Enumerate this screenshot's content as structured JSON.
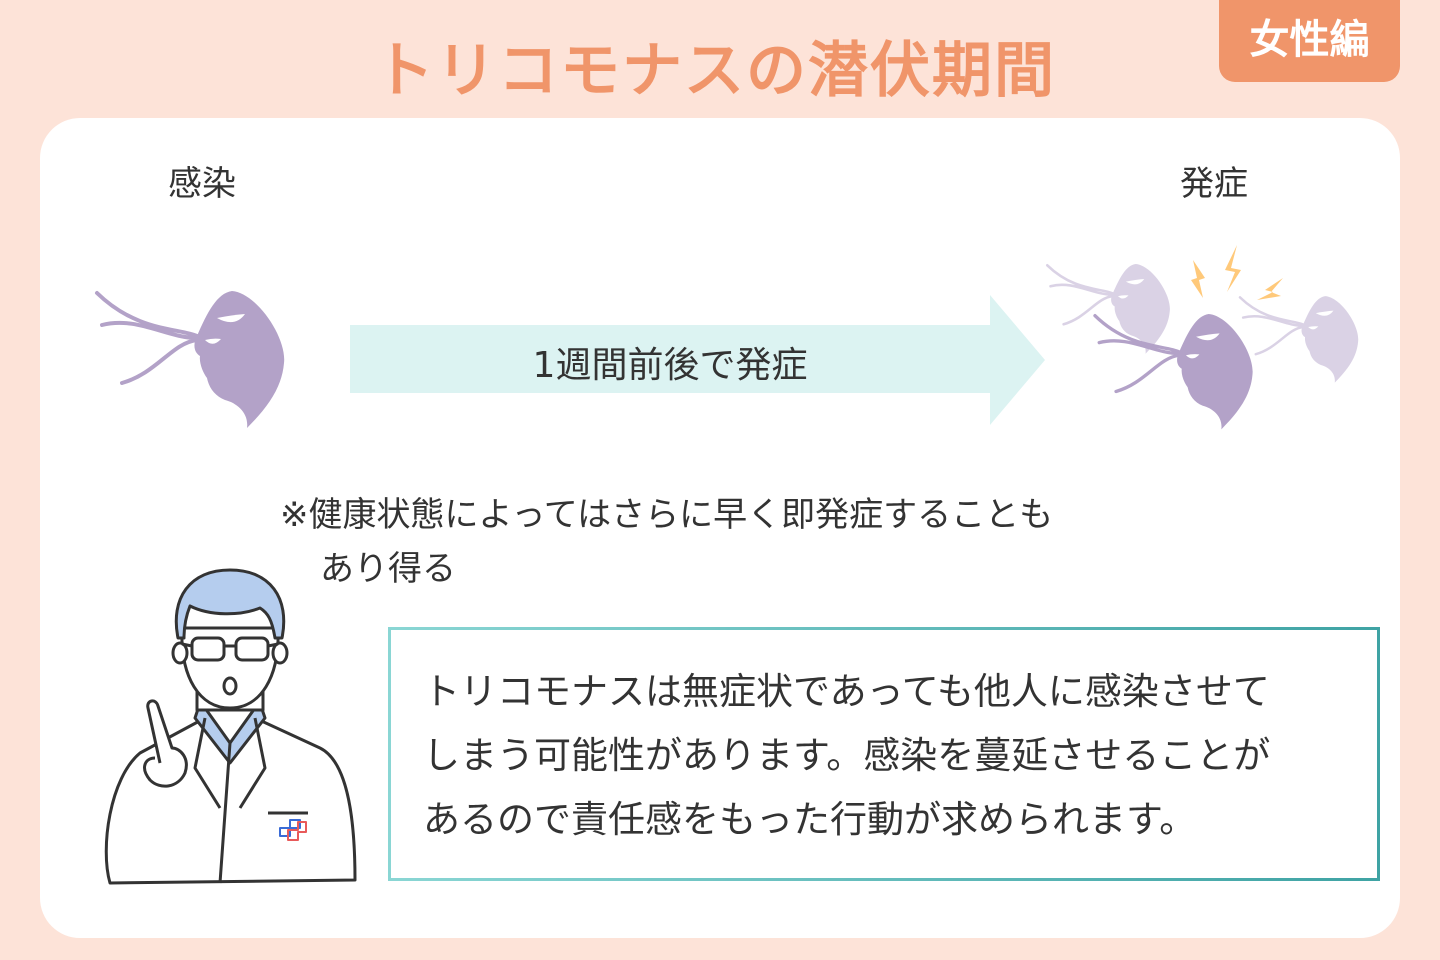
{
  "header": {
    "title": "トリコモナスの潜伏期間",
    "badge": "女性編"
  },
  "timeline": {
    "start_label": "感染",
    "end_label": "発症",
    "arrow_label": "1週間前後で発症"
  },
  "note": {
    "lines": [
      "※健康状態によってはさらに早く即発症することも",
      "あり得る"
    ]
  },
  "message": {
    "lines": [
      "トリコモナスは無症状であっても他人に感染させて",
      "しまう可能性があります。感染を蔓延させることが",
      "あるので責任感をもった行動が求められます。"
    ]
  },
  "colors": {
    "accent": "#f0956a",
    "background": "#fde3d8",
    "protozoa": "#b3a2c8",
    "protozoa_faint": "#dad2e5",
    "arrow": "#dcf3f2",
    "spark": "#ffc97a",
    "box_border": "#3fa3a4"
  }
}
